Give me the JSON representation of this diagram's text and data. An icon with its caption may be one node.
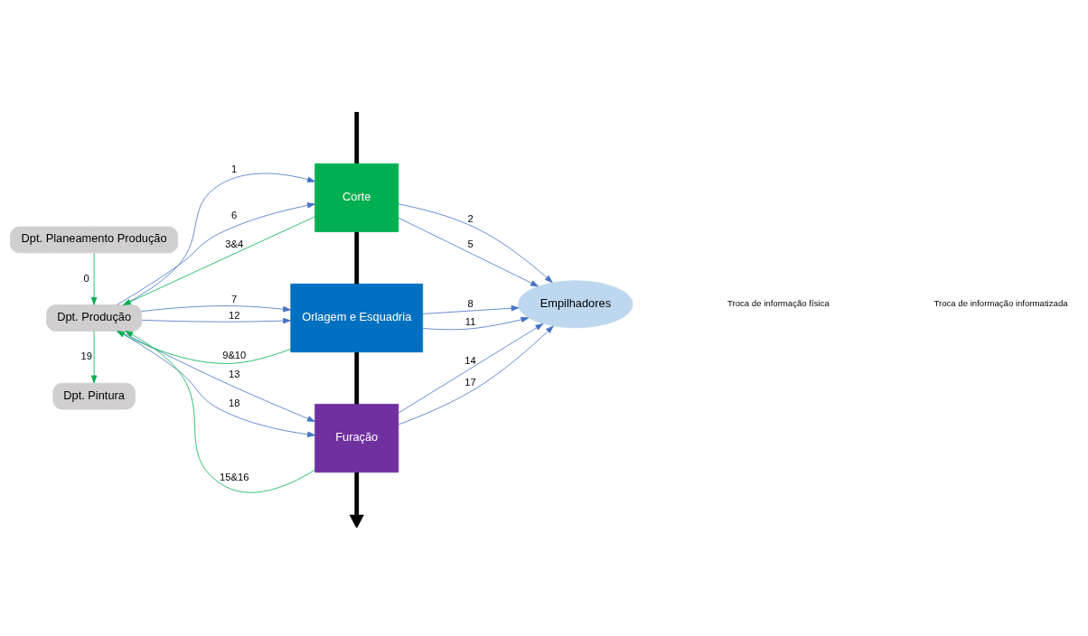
{
  "diagram": {
    "nodes": [
      {
        "text": [
          "Dpt. Planeamento Produção"
        ]
      },
      {
        "text": [
          "Dpt. Produção"
        ]
      },
      {
        "text": [
          "Dpt. Pintura"
        ]
      },
      {
        "text": [
          "Corte"
        ]
      },
      {
        "text": [
          "Orlagem e Esquadria"
        ]
      },
      {
        "text": [
          "Furação"
        ]
      },
      {
        "text": [
          "Empilhadores"
        ]
      }
    ],
    "edges": [
      {
        "from": 0,
        "to": 1,
        "arrow": "to",
        "label": "0",
        "color": "#00b050"
      },
      {
        "from": 1,
        "to": 3,
        "arrow": "to",
        "label": "1"
      },
      {
        "from": 3,
        "to": 6,
        "arrow": "to",
        "label": "2"
      },
      {
        "from": 3,
        "to": 1,
        "arrow": "to",
        "label": "3&4",
        "color": "#00b050"
      },
      {
        "from": 3,
        "to": 6,
        "arrow": "to",
        "label": "5"
      },
      {
        "from": 1,
        "to": 3,
        "arrow": "to",
        "label": "6"
      },
      {
        "from": 1,
        "to": 4,
        "arrow": "to",
        "label": "7"
      },
      {
        "from": 4,
        "to": 6,
        "arrow": "to",
        "label": "8"
      },
      {
        "from": 4,
        "to": 1,
        "arrow": "to",
        "label": "9&10",
        "color": "#00b050"
      },
      {
        "from": 4,
        "to": 6,
        "arrow": "to",
        "label": "11"
      },
      {
        "from": 1,
        "to": 4,
        "arrow": "to",
        "label": "12"
      },
      {
        "from": 1,
        "to": 5,
        "arrow": "to",
        "label": "13"
      },
      {
        "from": 5,
        "to": 6,
        "arrow": "to",
        "label": "14"
      },
      {
        "from": 5,
        "to": 1,
        "arrow": "to",
        "label": "15&16",
        "color": "#00b050"
      },
      {
        "from": 5,
        "to": 6,
        "arrow": "to",
        "label": "17"
      },
      {
        "from": 1,
        "to": 5,
        "arrow": "to",
        "label": "18"
      },
      {
        "from": 1,
        "to": 2,
        "arrow": "to",
        "label": "19",
        "color": "#00b050"
      },
      {
        "from": null,
        "to": 3,
        "arrow": "none",
        "style": "thick",
        "color": "#000000"
      },
      {
        "from": 3,
        "to": 4,
        "arrow": "none",
        "style": "thick",
        "color": "#000000"
      },
      {
        "from": 4,
        "to": 5,
        "arrow": "none",
        "style": "thick",
        "color": "#000000"
      },
      {
        "from": 5,
        "to": null,
        "arrow": "to",
        "style": "thick",
        "color": "#000000"
      }
    ],
    "legend": [
      {
        "text": "Troca de informação física"
      },
      {
        "text": "Troca de informação informatizada"
      }
    ]
  }
}
